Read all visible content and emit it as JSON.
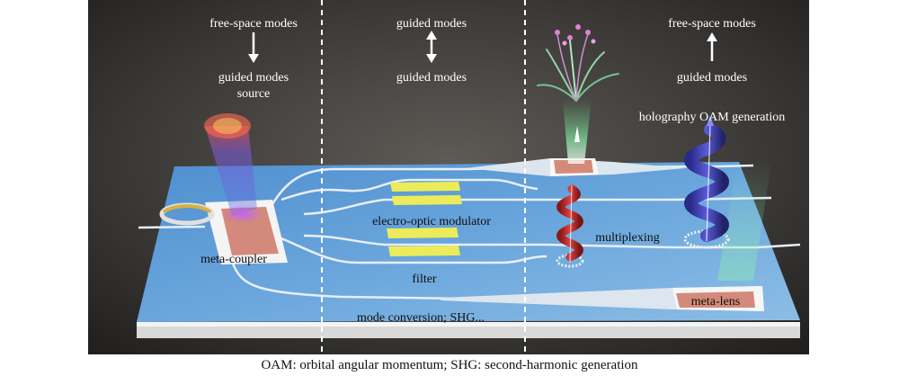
{
  "columns": {
    "left": {
      "top": "free-space modes",
      "bottom": "guided modes",
      "extra": "source"
    },
    "middle": {
      "top": "guided modes",
      "bottom": "guided modes"
    },
    "right": {
      "top": "free-space modes",
      "bottom": "guided modes"
    }
  },
  "labels": {
    "holography": "holography OAM generation",
    "modulator": "electro-optic modulator",
    "multiplexing": "multiplexing",
    "coupler": "meta-coupler",
    "filter": "filter",
    "conversion": "mode conversion; SHG...",
    "lens": "meta-lens"
  },
  "caption": "OAM: orbital angular momentum; SHG: second-harmonic generation"
}
